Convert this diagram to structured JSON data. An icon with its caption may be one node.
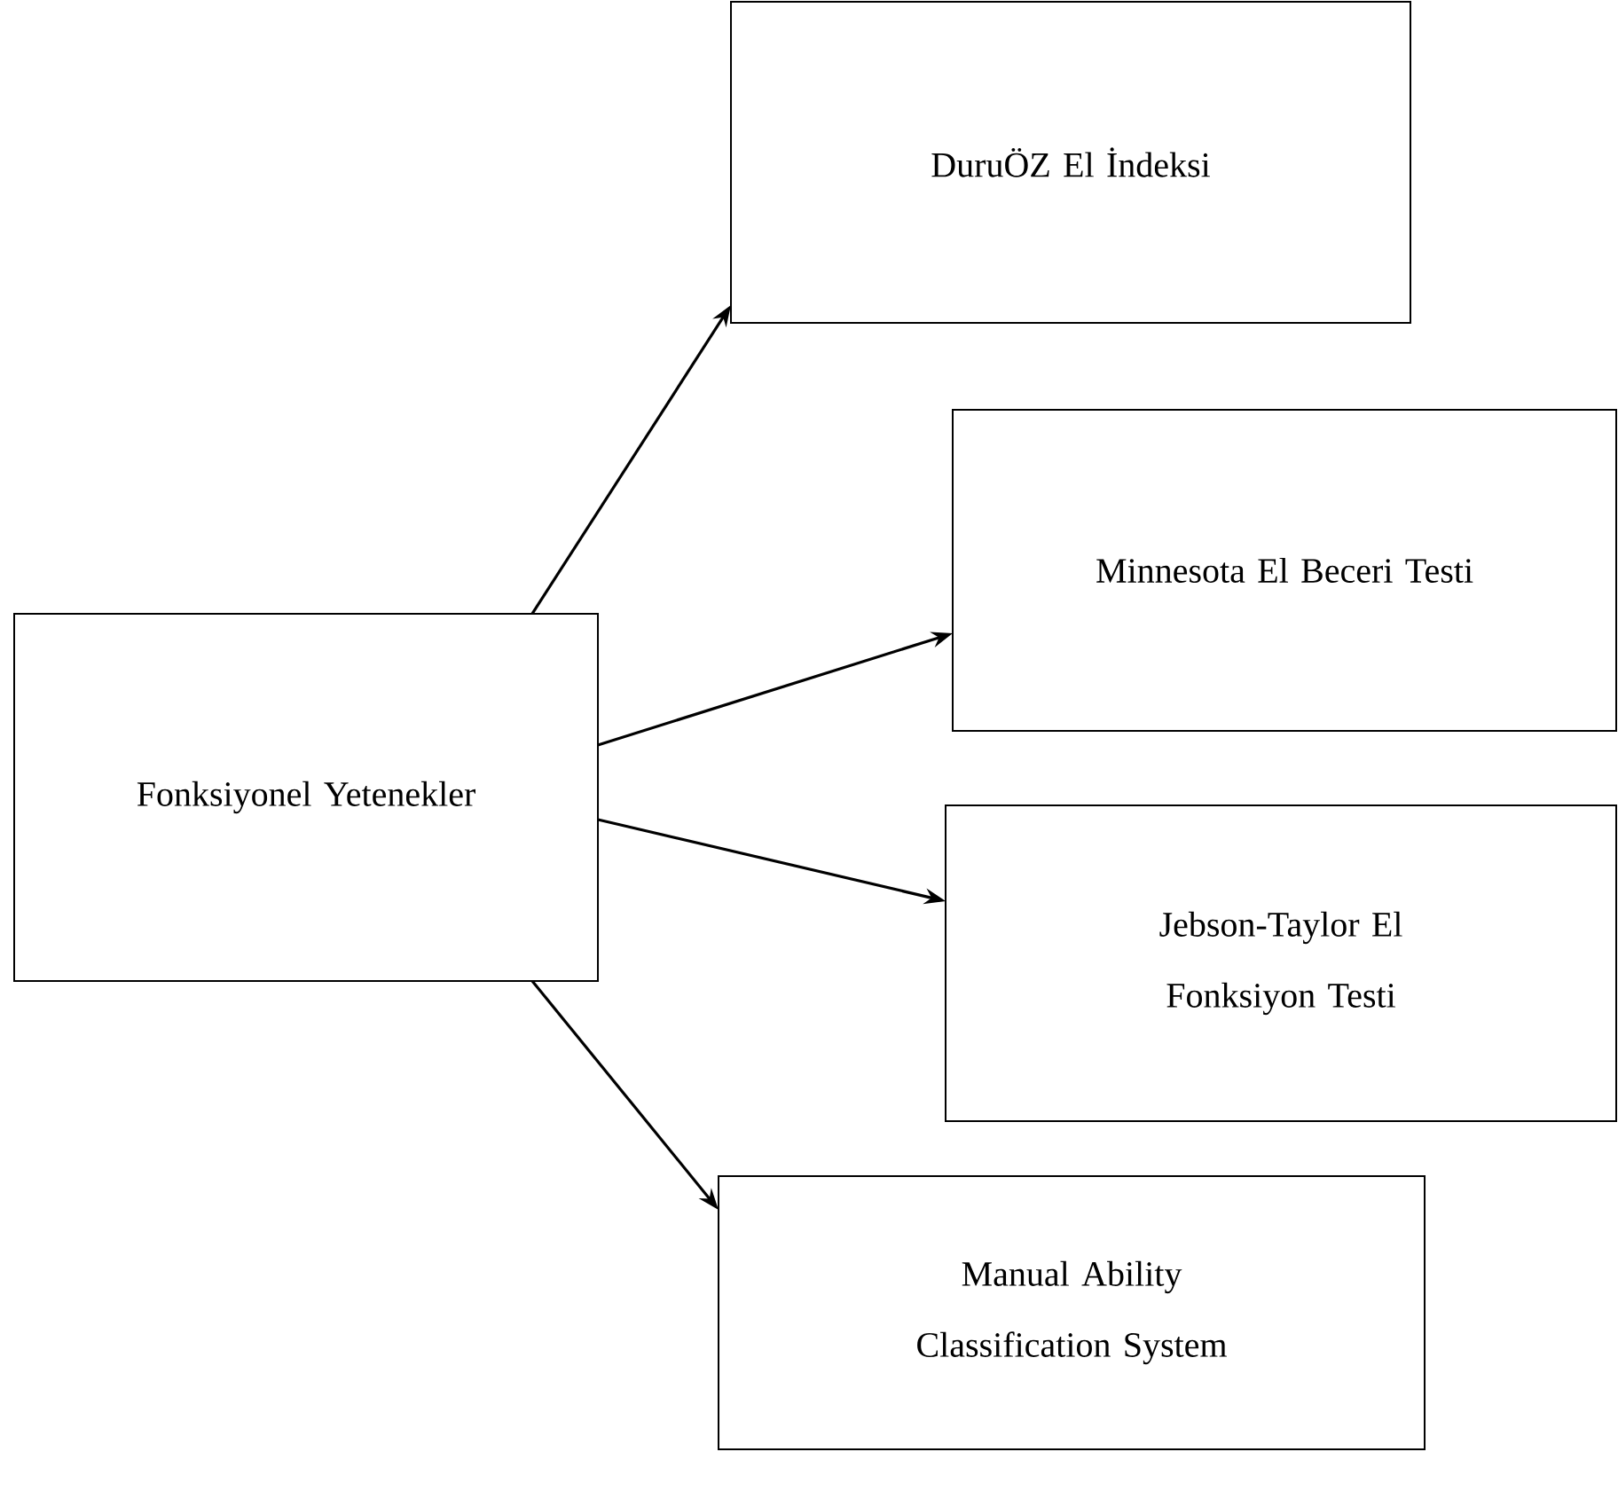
{
  "diagram": {
    "nodes": [
      {
        "text": [
          "Fonksiyonel Yetenekler"
        ]
      },
      {
        "text": [
          "DuruÖZ El İndeksi"
        ]
      },
      {
        "text": [
          "Minnesota El Beceri Testi"
        ]
      },
      {
        "text": [
          "Jebson-Taylor El Fonksiyon Testi"
        ]
      },
      {
        "text": [
          "Manual Ability Classification System"
        ]
      }
    ],
    "edges": [
      {
        "from": 0,
        "to": 1,
        "arrow": "to"
      },
      {
        "from": 0,
        "to": 2,
        "arrow": "to"
      },
      {
        "from": 0,
        "to": 3,
        "arrow": "to"
      },
      {
        "from": 0,
        "to": 4,
        "arrow": "to"
      }
    ]
  }
}
